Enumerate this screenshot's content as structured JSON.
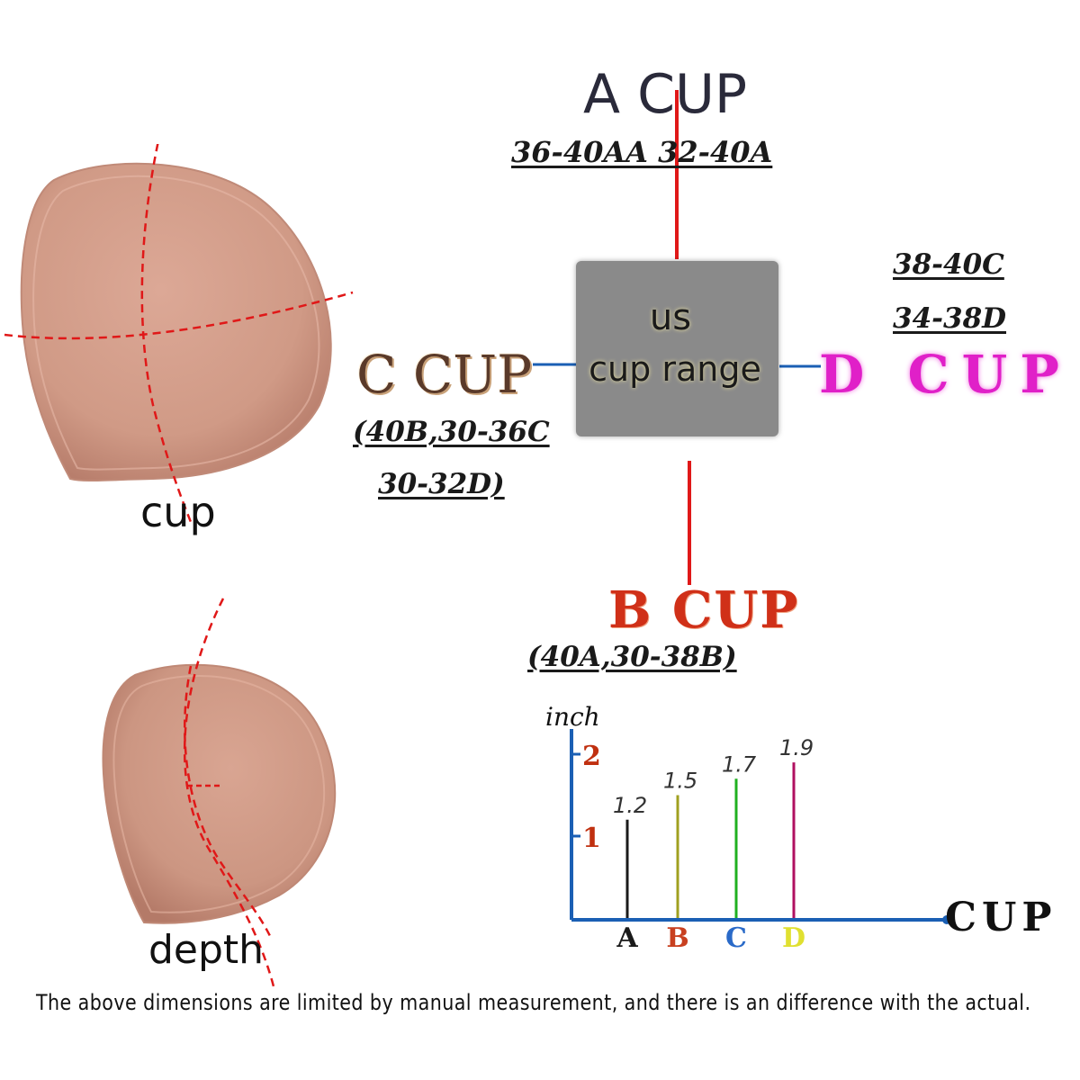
{
  "center": {
    "line1": "us",
    "line2": "cup range"
  },
  "a_cup": {
    "title": "A CUP",
    "range": "36-40AA 32-40A"
  },
  "b_cup": {
    "title": "B CUP",
    "range": "(40A,30-38B)"
  },
  "c_cup": {
    "title": "C CUP",
    "range_line1": "(40B,30-36C",
    "range_line2": "30-32D)"
  },
  "d_cup": {
    "title": "D CUP",
    "range_line1": "38-40C",
    "range_line2": "34-38D"
  },
  "captions": {
    "cup": "cup",
    "depth": "depth"
  },
  "footnote": "The above dimensions are limited by manual measurement, and there is an difference with the actual.",
  "colors": {
    "connector_red": "#e01818",
    "connector_blue": "#1a5fb4",
    "pad": "#d49a86",
    "dashed": "#e01818"
  },
  "chart_data": {
    "type": "bar",
    "ylabel": "inch",
    "xlabel": "CUP",
    "categories": [
      "A",
      "B",
      "C",
      "D"
    ],
    "values": [
      1.2,
      1.5,
      1.7,
      1.9
    ],
    "value_labels": [
      "1.2",
      "1.5",
      "1.7",
      "1.9"
    ],
    "bar_colors": [
      "#1a1a1a",
      "#a0a020",
      "#20b020",
      "#b01060"
    ],
    "category_colors": [
      "#1a1a1a",
      "#c84020",
      "#2a6ac8",
      "#e0e030"
    ],
    "yticks": [
      {
        "value": 1,
        "label": "1"
      },
      {
        "value": 2,
        "label": "2"
      }
    ],
    "ylim": [
      0,
      2
    ]
  }
}
